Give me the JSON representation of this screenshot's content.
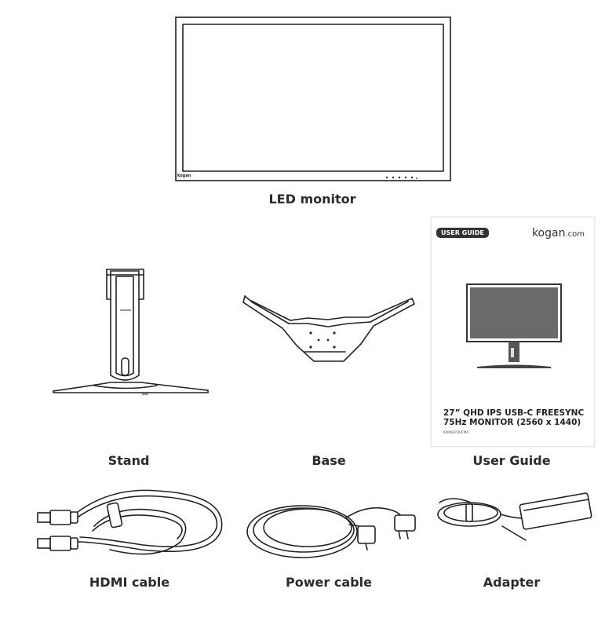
{
  "items": {
    "monitor": {
      "caption": "LED monitor",
      "brand_mark": "kogan"
    },
    "stand": {
      "caption": "Stand"
    },
    "base": {
      "caption": "Base"
    },
    "user_guide": {
      "caption": "User Guide",
      "badge": "USER GUIDE",
      "logo": "kogan",
      "logo_suffix": ".com",
      "title_line1": "27” QHD IPS USB-C FREESYNC",
      "title_line2": "75Hz MONITOR (2560 x 1440)",
      "model_code": "KAMN27QUCMA"
    },
    "hdmi_cable": {
      "caption": "HDMI cable"
    },
    "power_cable": {
      "caption": "Power cable"
    },
    "adapter": {
      "caption": "Adapter"
    }
  }
}
